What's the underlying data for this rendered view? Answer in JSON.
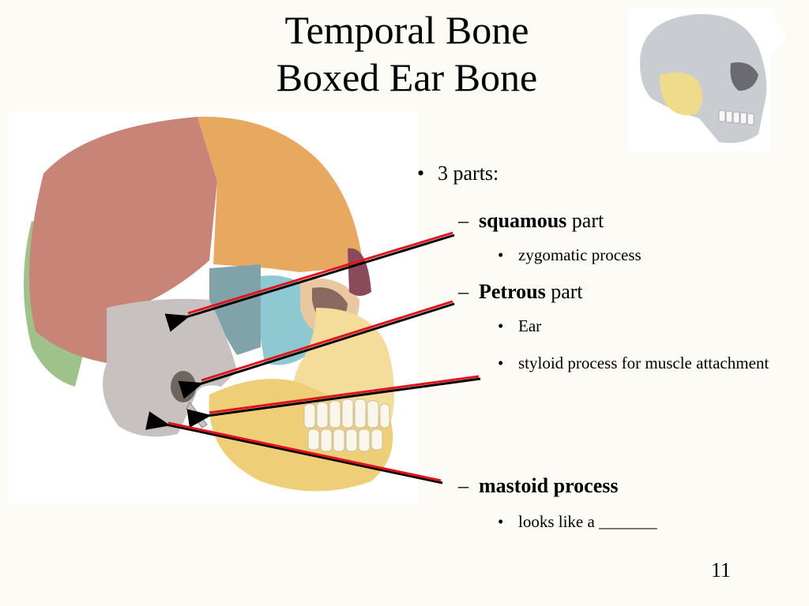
{
  "slide": {
    "title_line1": "Temporal Bone",
    "title_line2": "Boxed Ear Bone",
    "number": "11"
  },
  "bullets": {
    "main": "3 parts:",
    "squamous": {
      "bold": "squamous",
      "rest": " part",
      "sub": "zygomatic process"
    },
    "petrous": {
      "bold": "Petrous",
      "rest": " part",
      "sub1": "Ear",
      "sub2": "styloid process for muscle attachment"
    },
    "mastoid": {
      "bold": "mastoid process",
      "sub": "looks like a _______"
    }
  },
  "colors": {
    "background": "#fdfbf5",
    "arrow": "#e0141e",
    "parietal": "#c98478",
    "frontal": "#e7a860",
    "temporal": "#c7c2bf",
    "mandible": "#eecf78",
    "maxilla": "#f4dc9a",
    "zygomatic": "#8ec8d0",
    "sphenoid": "#7fa3a8",
    "occipital": "#9fc28a"
  },
  "icons": [
    "skull-illustration",
    "skull-thumbnail-illustration",
    "arrow-pointer"
  ]
}
